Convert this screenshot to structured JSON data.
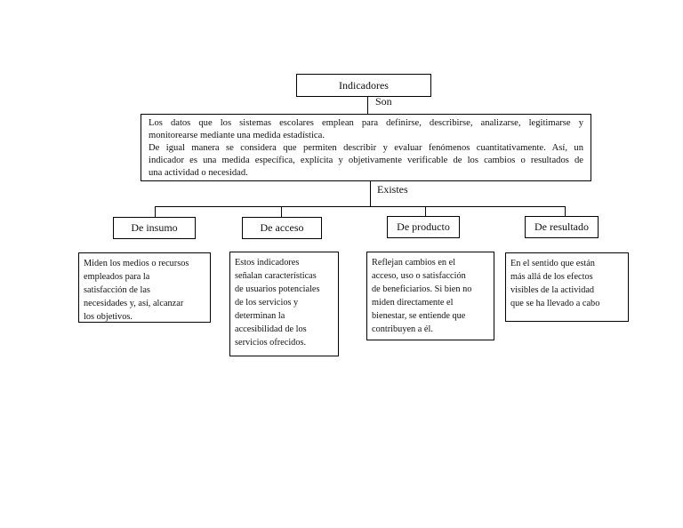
{
  "diagram": {
    "root_label": "Indicadores",
    "son_label": "Son",
    "definition_lines": [
      "Los datos que los sistemas escolares emplean para definirse, describirse, analizarse, legitimarse y",
      "monitorearse mediante una medida estadística.",
      "De igual manera se considera que permiten describir y evaluar fenómenos cuantitativamente. Así, un",
      "indicador es una medida específica, explícita y objetivamente verificable de los cambios o resultados de",
      "una actividad  o necesidad."
    ],
    "existes_label": "Existes",
    "categories": [
      {
        "label": "De insumo",
        "description": "Miden los medios o recursos\nempleados para la\nsatisfacción de las\nnecesidades y, así, alcanzar\nlos objetivos."
      },
      {
        "label": "De acceso",
        "description": "Estos indicadores\nseñalan características\nde usuarios potenciales\nde los servicios y\ndeterminan la\naccesibilidad de los\nservicios ofrecidos."
      },
      {
        "label": "De producto",
        "description": "Reflejan cambios en el\nacceso, uso o satisfacción\nde beneficiarios. Si bien no\nmiden directamente el\nbienestar, se entiende que\ncontribuyen a él."
      },
      {
        "label": "De resultado",
        "description": "En el sentido que están\nmás allá de los efectos\nvisibles de la actividad\nque se ha llevado a cabo"
      }
    ],
    "colors": {
      "border": "#000000",
      "text": "#111111",
      "background": "#ffffff"
    }
  }
}
